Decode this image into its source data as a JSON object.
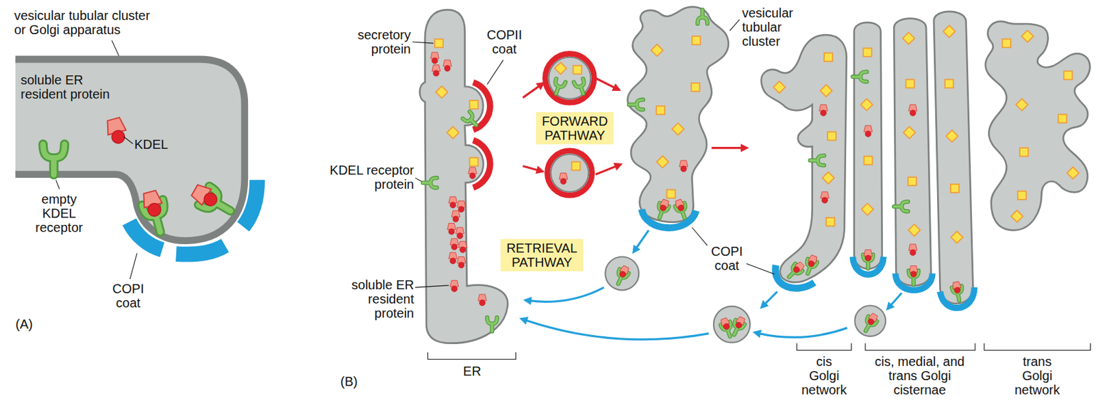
{
  "diagram": {
    "nodes": [
      {
        "text": [
          "FORWARD PATHWAY"
        ]
      },
      {
        "text": [
          "RETRIEVAL PATHWAY"
        ]
      }
    ],
    "labels": [
      "vesicular tubular cluster or Golgi apparatus",
      "soluble ER resident protein",
      "KDEL",
      "empty KDEL receptor",
      "COPI coat",
      "(A)",
      "secretory protein",
      "COPII coat",
      "vesicular tubular cluster",
      "KDEL receptor protein",
      "soluble ER resident protein",
      "COPI coat",
      "ER",
      "cis Golgi network",
      "cis, medial, and trans Golgi cisternae",
      "trans Golgi network",
      "(B)"
    ]
  }
}
